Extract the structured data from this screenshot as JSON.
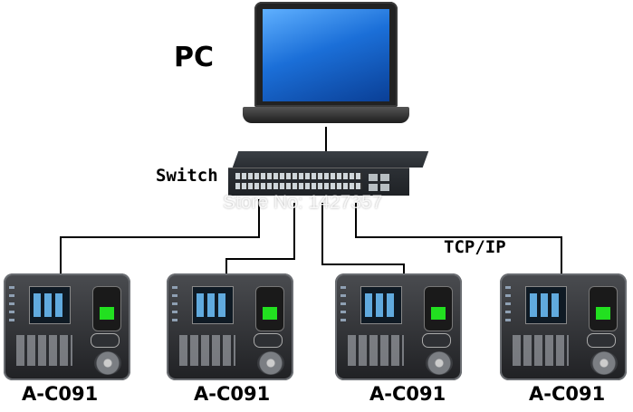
{
  "pc": {
    "label": "PC"
  },
  "switch": {
    "label": "Switch"
  },
  "network": {
    "protocol_label": "TCP/IP"
  },
  "watermark": "Store No: 1427357",
  "devices": [
    {
      "label": "A-C091"
    },
    {
      "label": "A-C091"
    },
    {
      "label": "A-C091"
    },
    {
      "label": "A-C091"
    }
  ],
  "colors": {
    "background": "#ffffff",
    "wire": "#000000",
    "screen_blue": "#1b6fd8",
    "fingerprint_green": "#22e020"
  },
  "icons": [
    "laptop-icon",
    "network-switch-icon",
    "attendance-terminal-icon"
  ]
}
